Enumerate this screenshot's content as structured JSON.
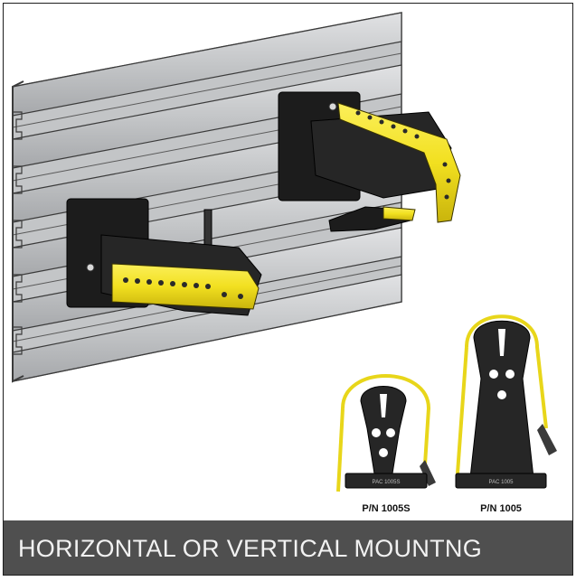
{
  "caption": {
    "text": "HORIZONTAL OR VERTICAL MOUNTNG"
  },
  "products": [
    {
      "part_number": "P/N 1005S",
      "base_stamp": "PAC 1005S"
    },
    {
      "part_number": "P/N 1005",
      "base_stamp": "PAC 1005"
    }
  ],
  "colors": {
    "caption_background": "#4f4f4f",
    "caption_text": "#f2f2f2",
    "accent_yellow": "#f2e020",
    "clamp_black": "#1c1c1c",
    "rail_gray": "#b9bbbd"
  }
}
